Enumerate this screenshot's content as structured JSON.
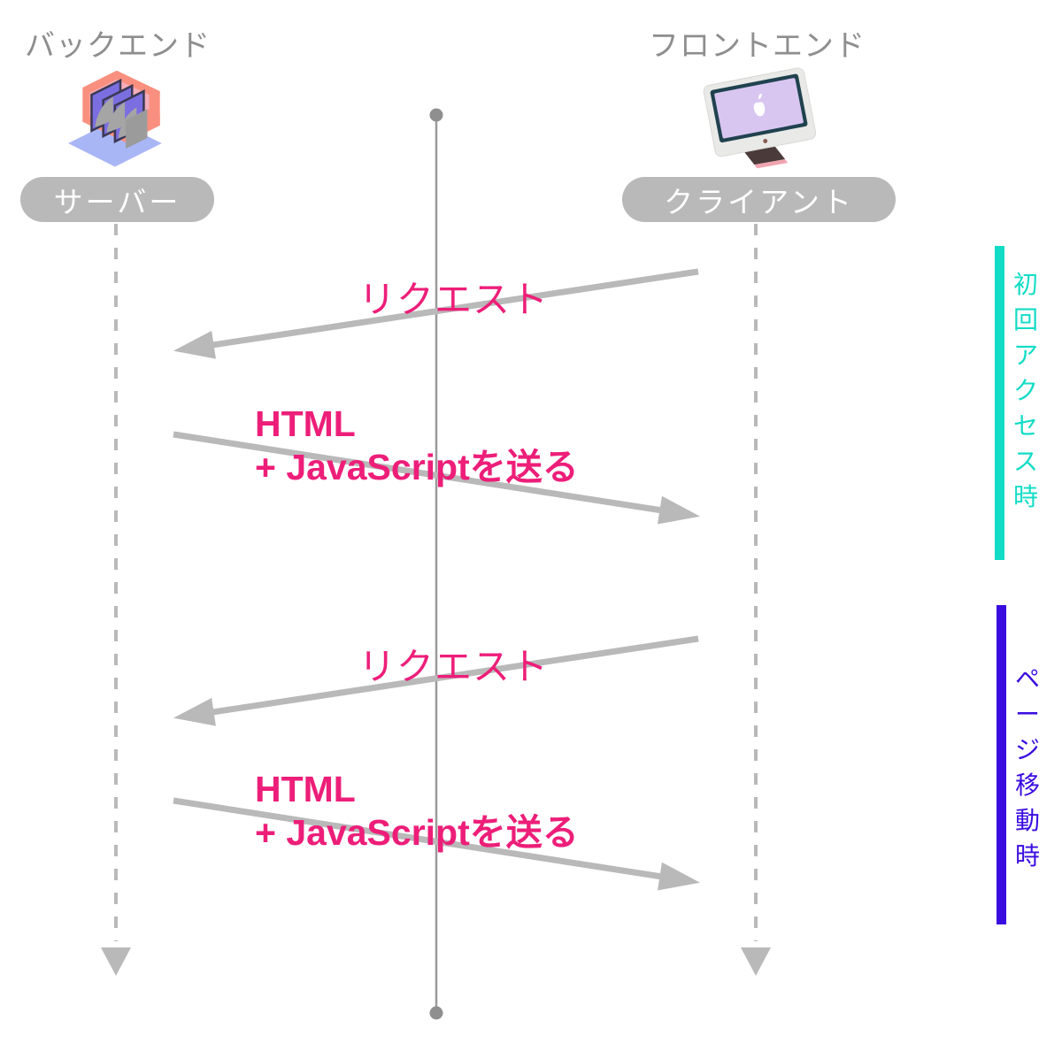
{
  "header": {
    "backend": "バックエンド",
    "frontend": "フロントエンド"
  },
  "actors": {
    "server": "サーバー",
    "client": "クライアント"
  },
  "messages": [
    {
      "label": "リクエスト"
    },
    {
      "line1": "HTML",
      "line2": "+ JavaScriptを送る"
    },
    {
      "label": "リクエスト"
    },
    {
      "line1": "HTML",
      "line2": "+ JavaScriptを送る"
    }
  ],
  "phases": [
    {
      "label": "初回アクセス時",
      "chars": [
        "初",
        "回",
        "ア",
        "ク",
        "セ",
        "ス",
        "時"
      ],
      "color": "#12dcc6"
    },
    {
      "label": "ページ移動時",
      "chars": [
        "ペ",
        "ー",
        "ジ",
        "移",
        "動",
        "時"
      ],
      "color": "#3a0ce0"
    }
  ],
  "icons": {
    "server": "server-icon",
    "client": "imac-monitor-icon"
  },
  "colors": {
    "accent_pink": "#ed1e79",
    "phase1_teal": "#12dcc6",
    "phase2_blue": "#3a0ce0",
    "arrow_gray": "#b9b9b9",
    "center_line_gray": "#9a9a9a",
    "title_gray": "#8e8e8e",
    "pill_gray": "#b9b9b9"
  }
}
